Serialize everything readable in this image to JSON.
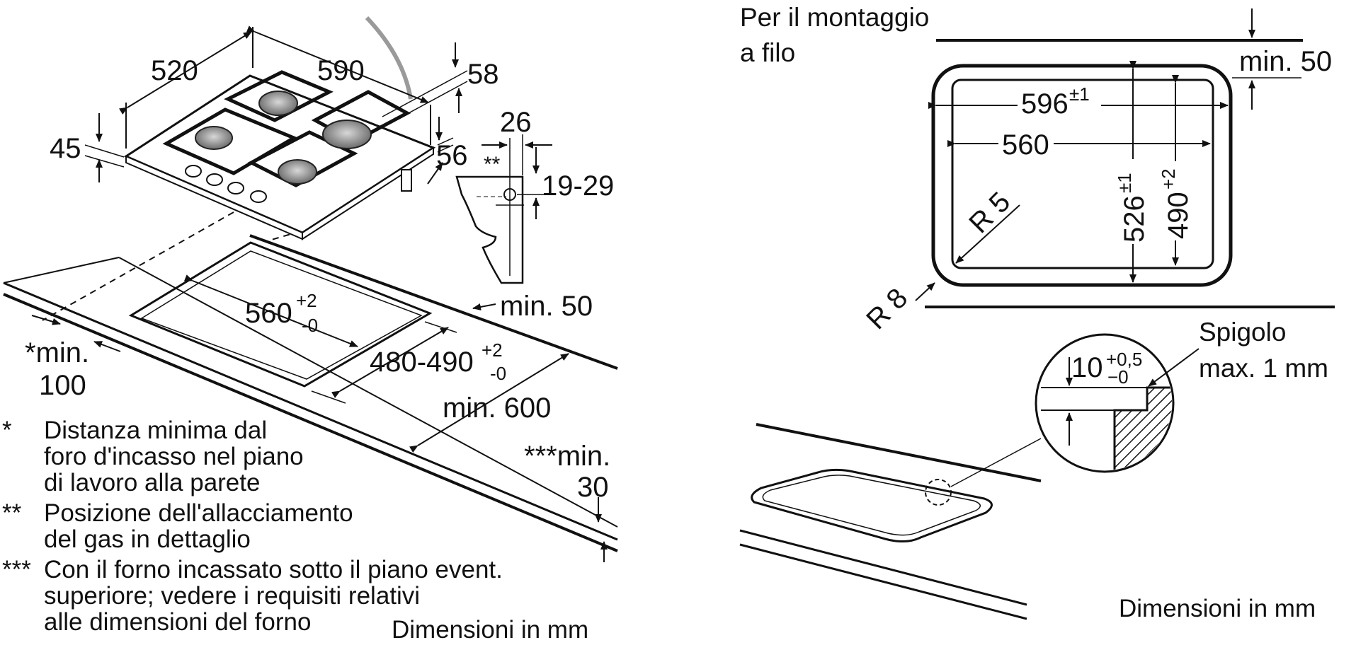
{
  "left": {
    "dims": {
      "d520": "520",
      "d590": "590",
      "d58": "58",
      "d45": "45",
      "d26": "26",
      "d56": "56",
      "stars2": "**",
      "d1929": "19-29",
      "min50": "min. 50",
      "cut_w": "560",
      "cut_w_tol_plus": "+2",
      "cut_w_tol_minus": "-0",
      "cut_d": "480-490",
      "cut_d_tol_plus": "+2",
      "cut_d_tol_minus": "-0",
      "min100_a": "*min.",
      "min100_b": "100",
      "min600": "min. 600",
      "min30_a": "***min.",
      "min30_b": "30"
    },
    "notes": [
      {
        "mark": "*",
        "lines": [
          "Distanza minima dal",
          "foro d'incasso nel piano",
          "di lavoro alla parete"
        ]
      },
      {
        "mark": "**",
        "lines": [
          "Posizione dell'allacciamento",
          "del gas in dettaglio"
        ]
      },
      {
        "mark": "***",
        "lines": [
          "Con il forno incassato sotto il piano event.",
          "superiore; vedere i requisiti relativi",
          "alle dimensioni del forno"
        ]
      }
    ],
    "units": "Dimensioni in mm"
  },
  "right": {
    "title_line1": "Per il montaggio",
    "title_line2": "a filo",
    "min50": "min. 50",
    "d596": "596",
    "d596_tol": "±1",
    "d560": "560",
    "d526": "526",
    "d526_tol": "±1",
    "d490": "490",
    "d490_tol": "+2",
    "r5": "R 5",
    "r8": "R 8",
    "spigolo_1": "Spigolo",
    "spigolo_2": "max. 1 mm",
    "d10": "10",
    "d10_tol_plus": "+0,5",
    "d10_tol_minus": "−0",
    "units": "Dimensioni in mm"
  }
}
